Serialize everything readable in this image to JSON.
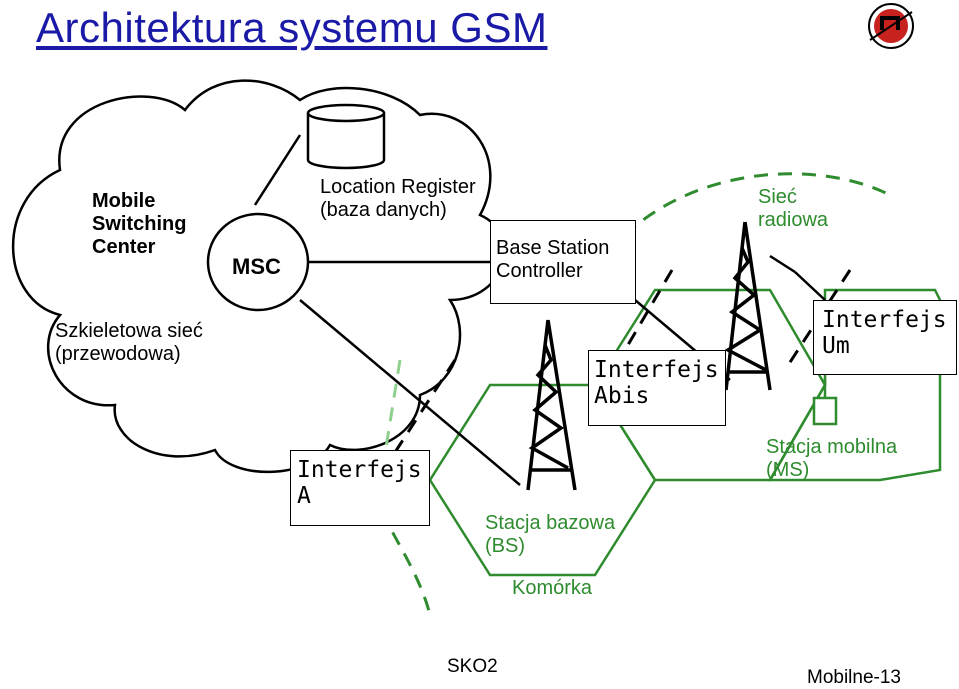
{
  "title": "Architektura systemu GSM",
  "colors": {
    "title": "#1a1aa6",
    "green": "#2e8b2e",
    "dash_light": "#8fd08f",
    "logo_red": "#c8221e"
  },
  "logo": {
    "icon": "institution-logo-icon"
  },
  "labels": {
    "msc_full": "Mobile Switching Center",
    "msc": "MSC",
    "location_register": "Location Register (baza danych)",
    "backbone": "Szkieletowa sieć (przewodowa)",
    "bsc": "Base Station Controller",
    "radio_network": "Sieć radiowa",
    "interface_um": "Interfejs Um",
    "interface_abis": "Interfejs Abis",
    "interface_a": "Interfejs A",
    "mobile_station": "Stacja mobilna (MS)",
    "base_station": "Stacja bazowa (BS)",
    "cell": "Komórka"
  },
  "icons": [
    "cloud-shape",
    "database-cylinder-icon",
    "antenna-tower-icon",
    "mobile-phone-icon",
    "hexagon-cell"
  ],
  "footer": {
    "left": "SKO2",
    "right": "Mobilne-13"
  }
}
